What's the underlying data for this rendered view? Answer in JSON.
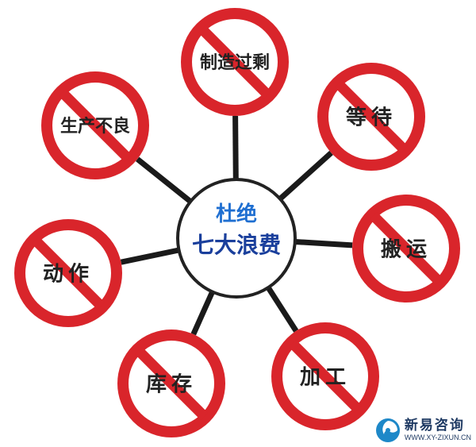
{
  "hub": {
    "line1": "杜绝",
    "line2": "七大浪费",
    "line1_color": "#1f6fd1",
    "line2_color": "#1a3f9c"
  },
  "wastes": [
    {
      "label": "制造过剩",
      "name": "overproduction"
    },
    {
      "label": "等待",
      "name": "waiting"
    },
    {
      "label": "搬运",
      "name": "transport"
    },
    {
      "label": "加工",
      "name": "processing"
    },
    {
      "label": "库存",
      "name": "inventory"
    },
    {
      "label": "动作",
      "name": "motion"
    },
    {
      "label": "生产不良",
      "name": "defects"
    }
  ],
  "colors": {
    "prohibition_red": "#d9252b",
    "connector": "#1a1a1a",
    "hub_border": "#222222"
  },
  "icons": {
    "prohibition": "no-entry-prohibition-icon",
    "watermark": "swirl-logo-icon"
  },
  "watermark": {
    "name": "新易咨询",
    "url": "WWW.XY-ZIXUN.CN"
  }
}
